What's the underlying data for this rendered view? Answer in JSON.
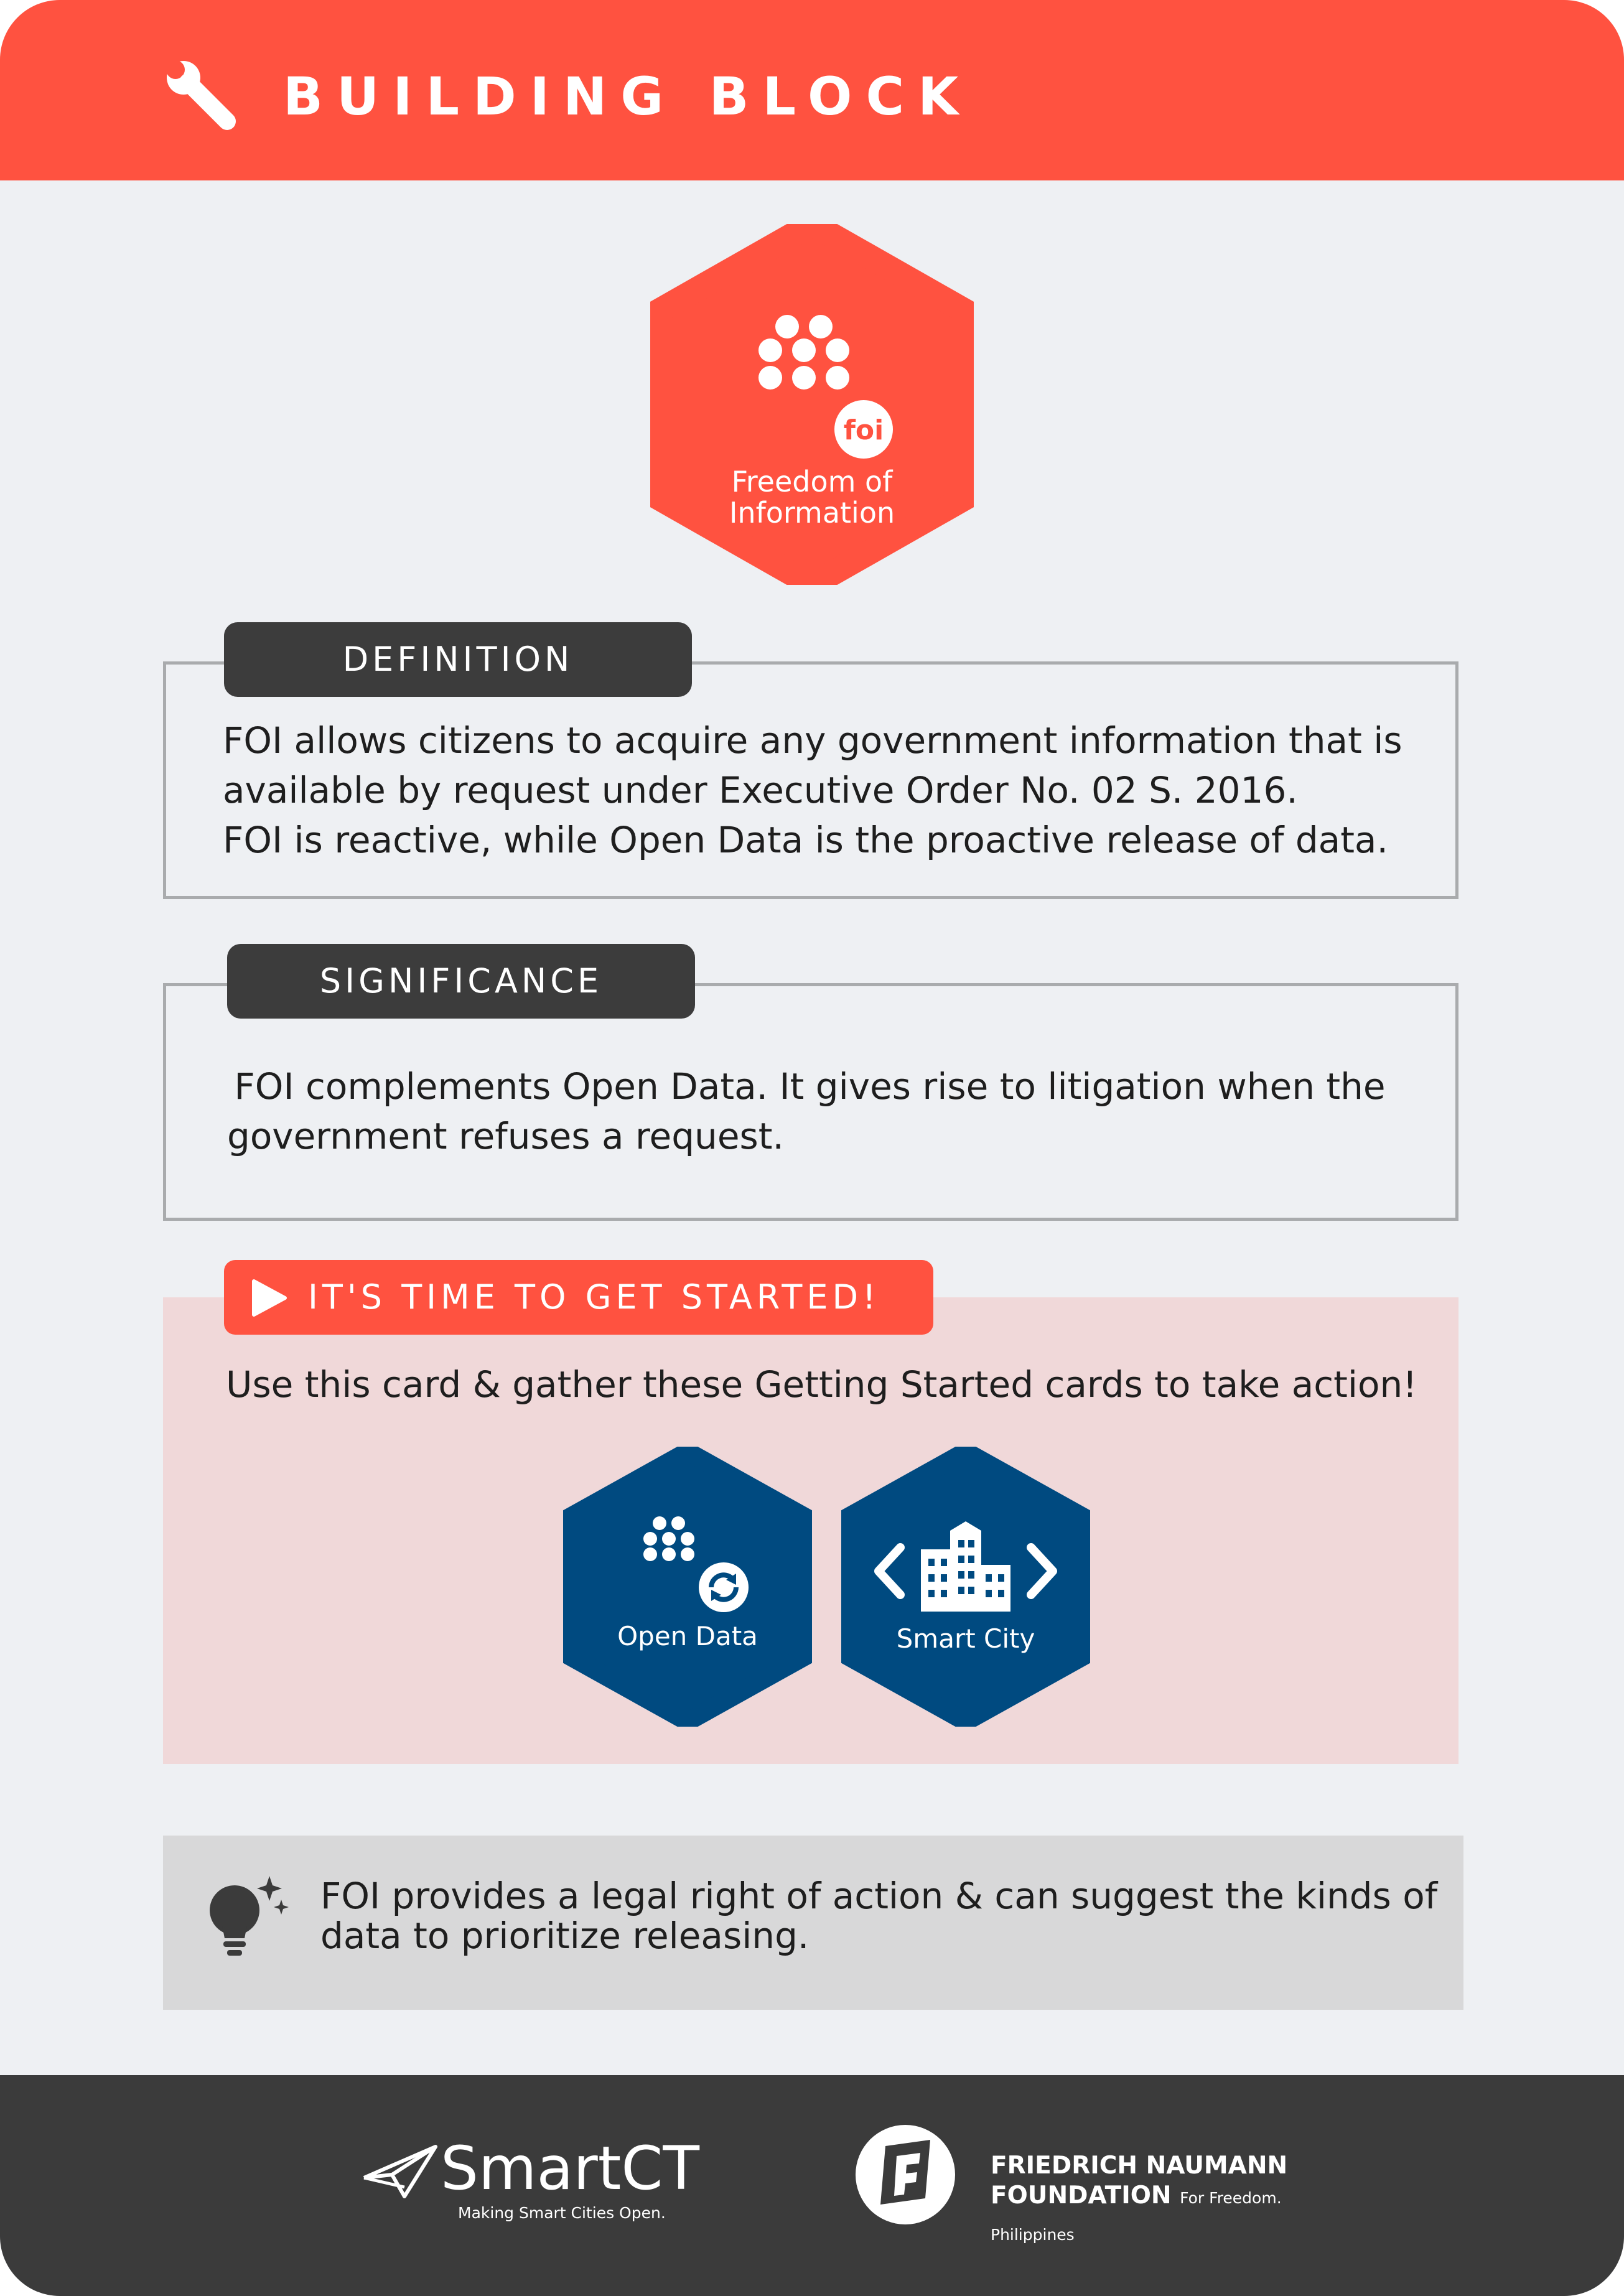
{
  "header": {
    "title": "BUILDING BLOCK",
    "icon": "wrench-icon"
  },
  "hero": {
    "badge_text": "foi",
    "title_line1": "Freedom of",
    "title_line2": "Information",
    "icon": "data-dots-icon"
  },
  "definition": {
    "label": "DEFINITION",
    "lines": [
      "FOI allows citizens to acquire any government information that is",
      "available by request under Executive Order No. 02 S. 2016.",
      "FOI is reactive, while Open Data is the proactive release of data."
    ]
  },
  "significance": {
    "label": "SIGNIFICANCE",
    "lines": [
      " FOI complements Open Data. It gives rise to litigation when the",
      "government refuses a request."
    ]
  },
  "get_started": {
    "label": "IT'S TIME TO GET STARTED!",
    "description": "Use this card & gather these Getting Started cards to take action!",
    "cards": [
      {
        "label": "Open Data",
        "icon": "open-data-icon"
      },
      {
        "label": "Smart City",
        "icon": "smart-city-icon"
      }
    ]
  },
  "tip": {
    "lines": [
      "FOI provides a legal right of action & can suggest the kinds of",
      "data to prioritize releasing."
    ],
    "icon": "lightbulb-icon"
  },
  "footer": {
    "smartct": {
      "name": "SmartCT",
      "tagline": "Making Smart Cities Open."
    },
    "fnf": {
      "line1": "FRIEDRICH NAUMANN",
      "line2": "FOUNDATION",
      "tagline": "For Freedom.",
      "country": "Philippines"
    }
  },
  "colors": {
    "accent": "#ff5240",
    "dark": "#3c3c3c",
    "navy": "#004a80",
    "pink_panel": "#f0d8d9"
  }
}
